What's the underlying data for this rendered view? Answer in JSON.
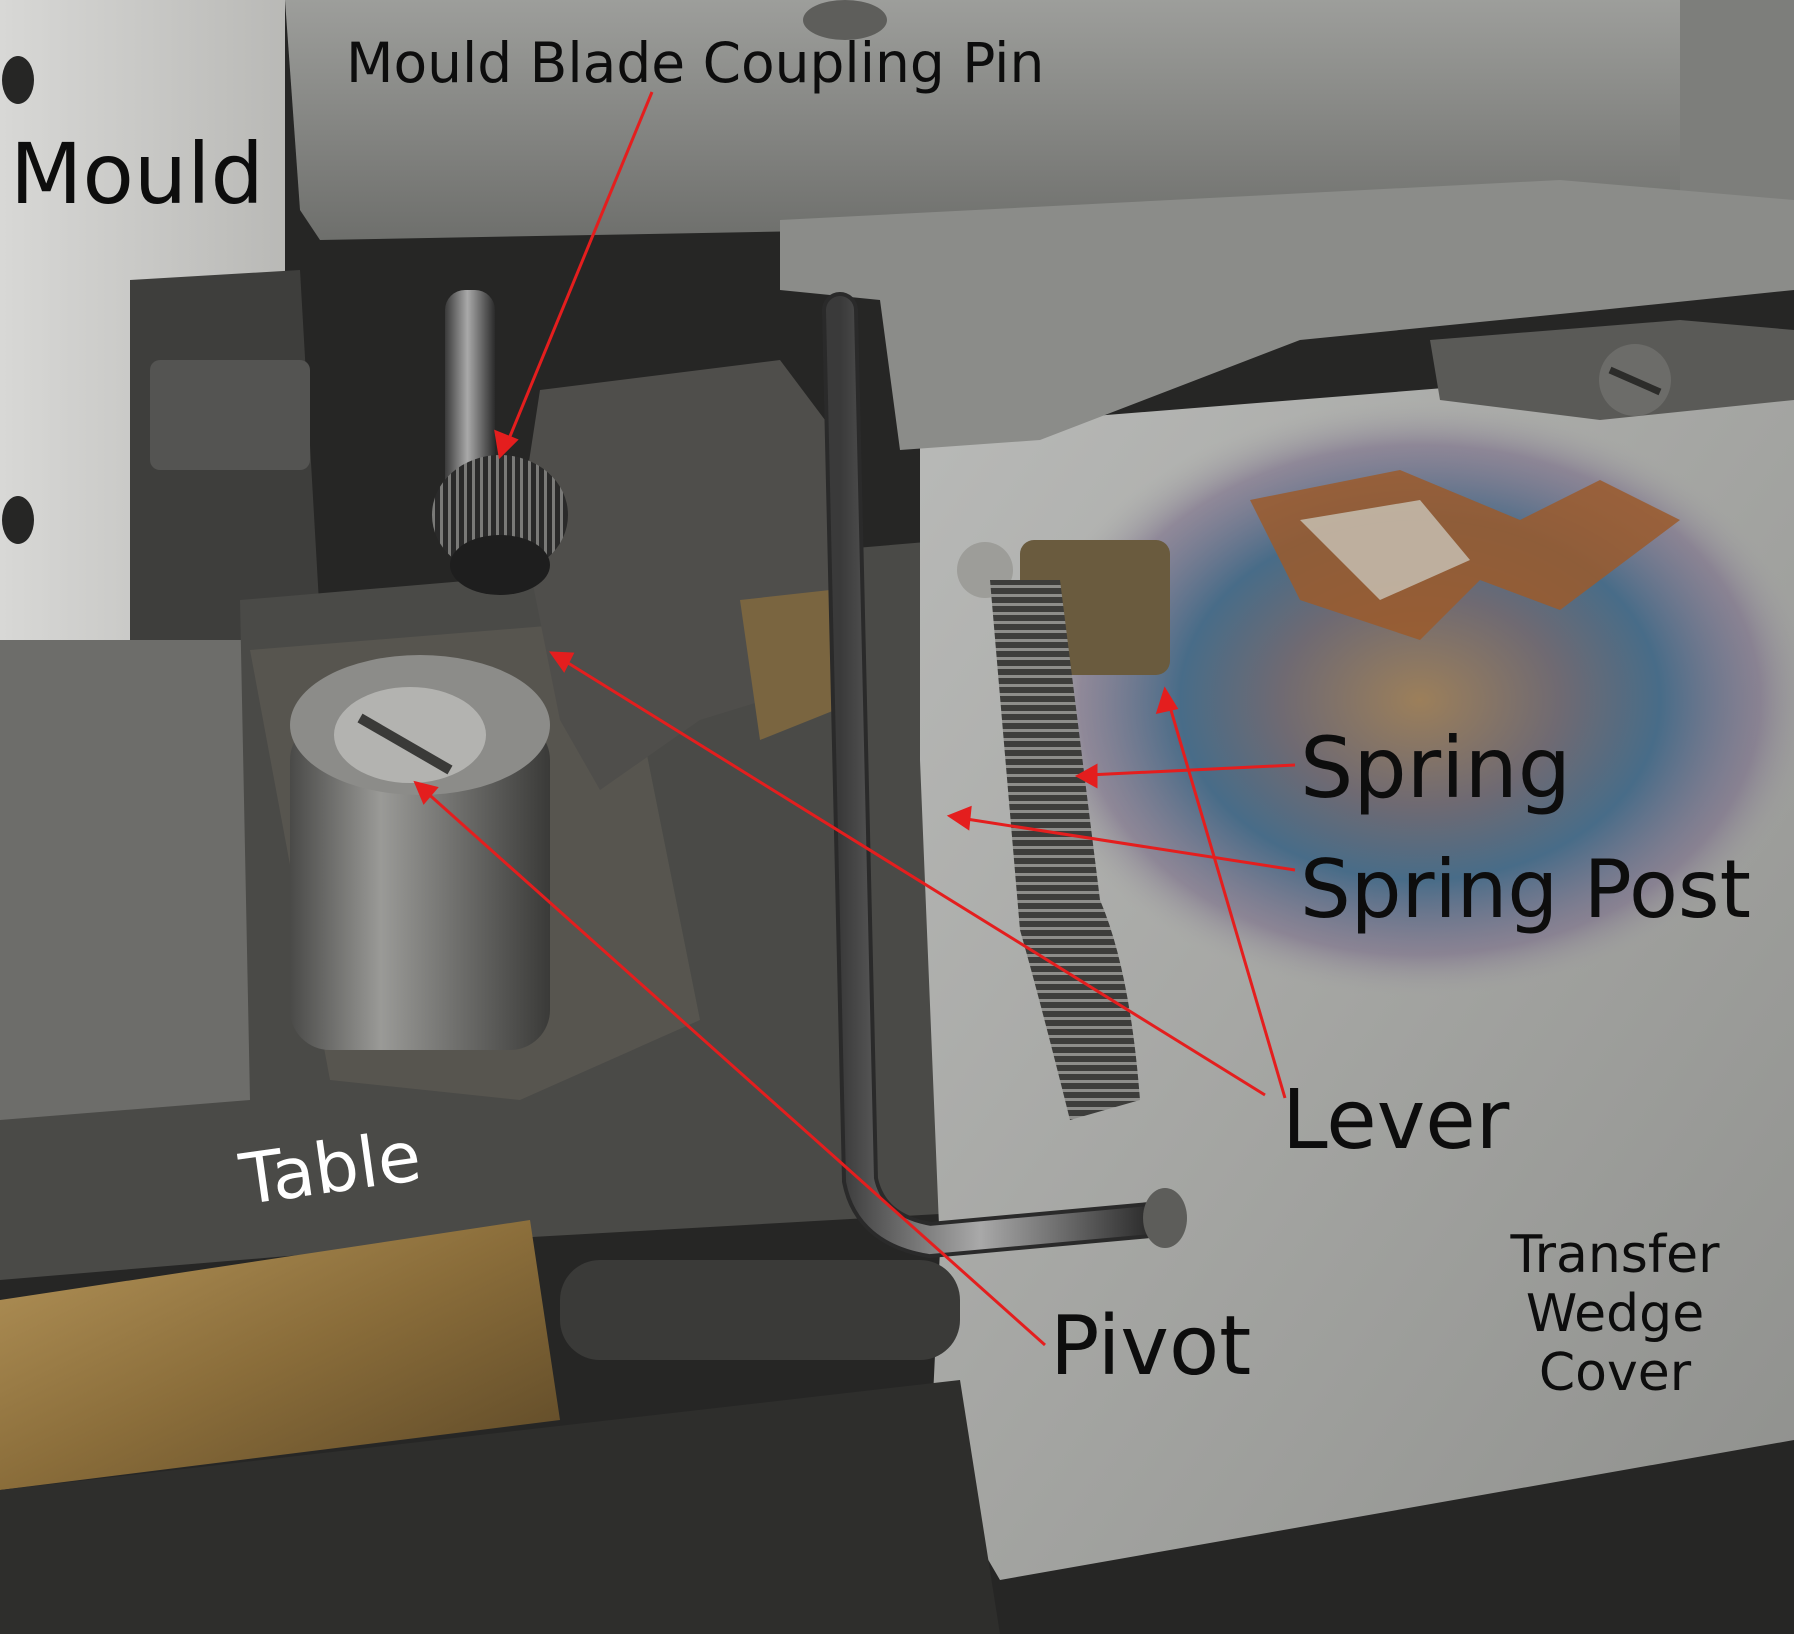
{
  "labels": {
    "coupling_pin": "Mould Blade Coupling Pin",
    "mould": "Mould",
    "spring": "Spring",
    "spring_post": "Spring Post",
    "lever": "Lever",
    "pivot": "Pivot",
    "table": "Table",
    "transfer_wedge_cover": [
      "Transfer",
      "Wedge",
      "Cover"
    ]
  },
  "colors": {
    "callout_arrow": "#e41e1e",
    "label_dark": "#0d0d0d",
    "label_light": "#ffffff",
    "steel_plate": "#a7a8a6",
    "brass": "#8a6d3a",
    "rust": "#9b5a2c",
    "heat_tint_blue": "#4a6f8c"
  }
}
